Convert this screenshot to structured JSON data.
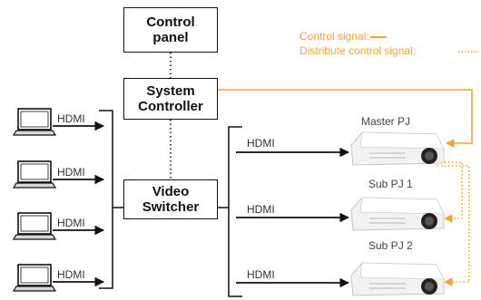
{
  "boxes": {
    "control_panel": [
      "Control",
      "panel"
    ],
    "system_controller": [
      "System",
      "Controller"
    ],
    "video_switcher": [
      "Video",
      "Switcher"
    ]
  },
  "inputs": {
    "hdmi_label": "HDMI"
  },
  "projectors": {
    "master": "Master PJ",
    "sub1": "Sub PJ 1",
    "sub2": "Sub PJ 2",
    "hdmi_label": "HDMI"
  },
  "legend": {
    "control": "Control signal:",
    "distribute": "Distribute control signal:"
  },
  "colors": {
    "control_line": "#f5a623",
    "line": "#111111",
    "text_gray": "#555555"
  },
  "icons": [
    "laptop-icon",
    "projector-icon"
  ]
}
